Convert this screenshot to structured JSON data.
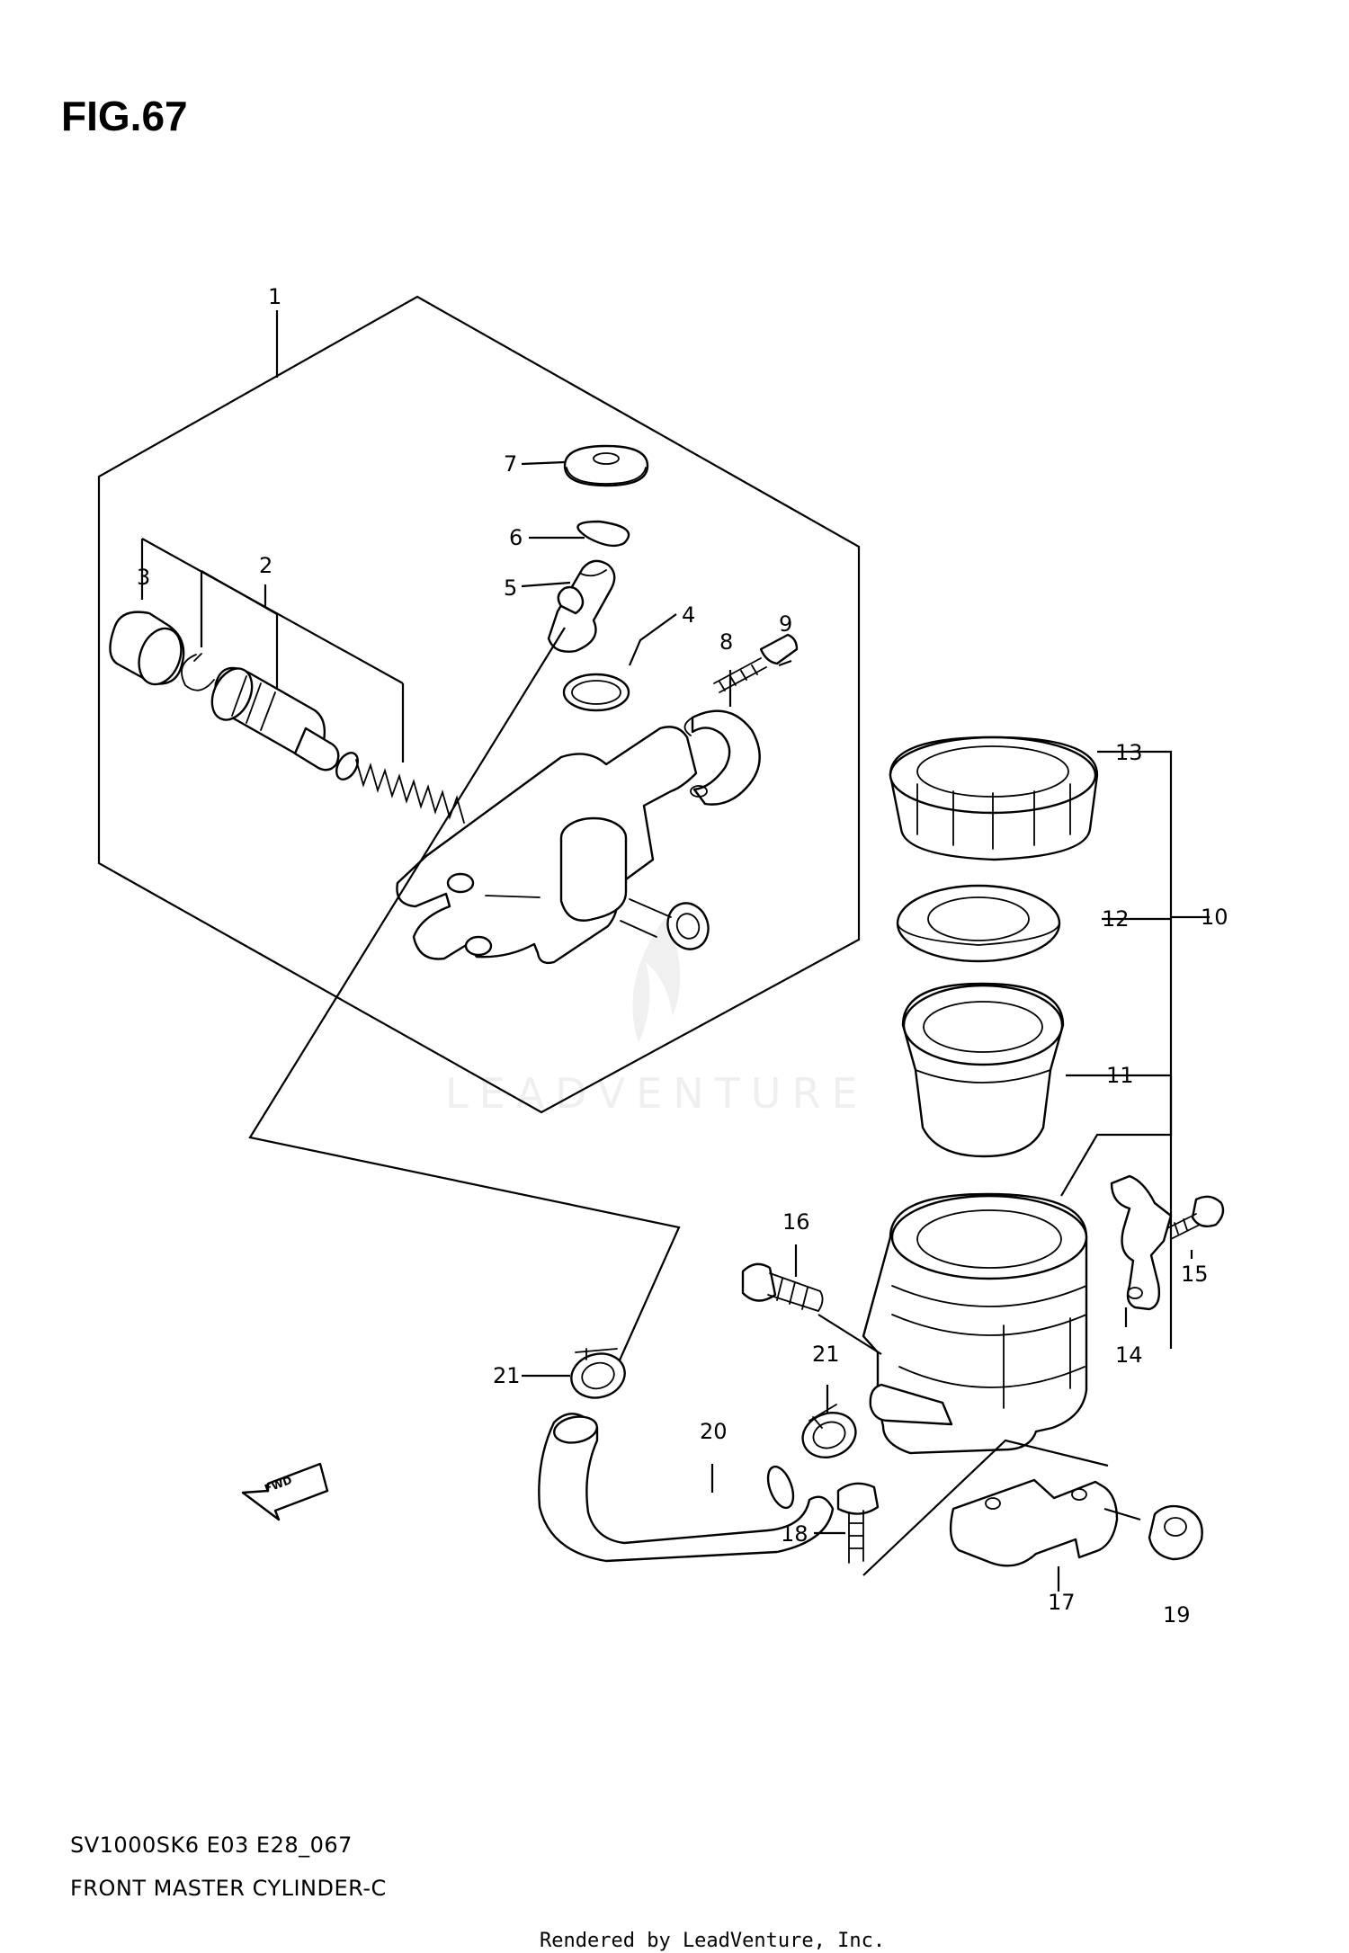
{
  "figure": {
    "title": "FIG.67",
    "watermark": "LEADVENTURE",
    "code": "SV1000SK6 E03 E28_067",
    "name": "FRONT MASTER CYLINDER-C",
    "rendered_by": "Rendered by LeadVenture, Inc."
  },
  "callouts": {
    "c1": "1",
    "c2": "2",
    "c3": "3",
    "c4": "4",
    "c5": "5",
    "c6": "6",
    "c7": "7",
    "c8": "8",
    "c9": "9",
    "c10": "10",
    "c11": "11",
    "c12": "12",
    "c13": "13",
    "c14": "14",
    "c15": "15",
    "c16": "16",
    "c17": "17",
    "c18": "18",
    "c19": "19",
    "c20": "20",
    "c21a": "21",
    "c21b": "21"
  },
  "colors": {
    "ink": "#000000",
    "paper": "#ffffff",
    "watermark": "#e3e3e3"
  }
}
